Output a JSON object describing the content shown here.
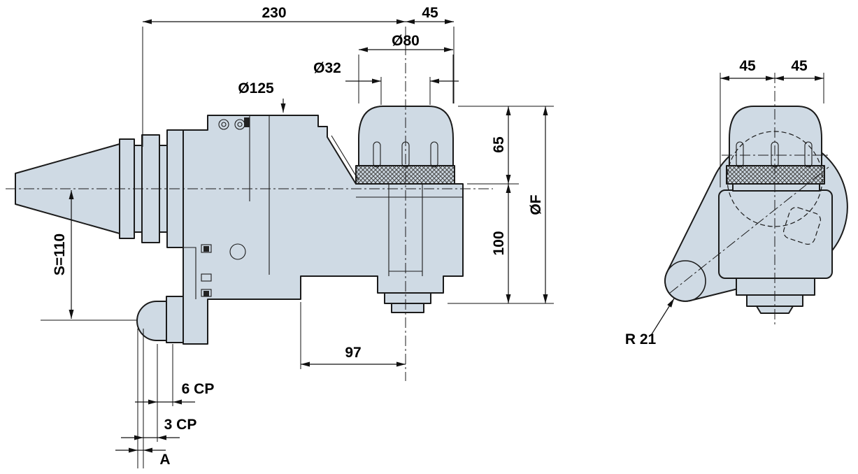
{
  "colors": {
    "body": "#cfdae4",
    "line": "#1b1b1b",
    "dim": "#111111",
    "bg": "#ffffff"
  },
  "side_view": {
    "dim_230": "230",
    "dim_45": "45",
    "dim_d80": "Ø80",
    "dim_d32": "Ø32",
    "dim_d125": "Ø125",
    "dim_65": "65",
    "dim_100": "100",
    "dim_dF": "ØF",
    "dim_s110": "S=110",
    "dim_97": "97",
    "dim_6cp": "6 CP",
    "dim_3cp": "3 CP",
    "dim_a": "A"
  },
  "end_view": {
    "dim_45_left": "45",
    "dim_45_right": "45",
    "dim_r21": "R 21"
  }
}
